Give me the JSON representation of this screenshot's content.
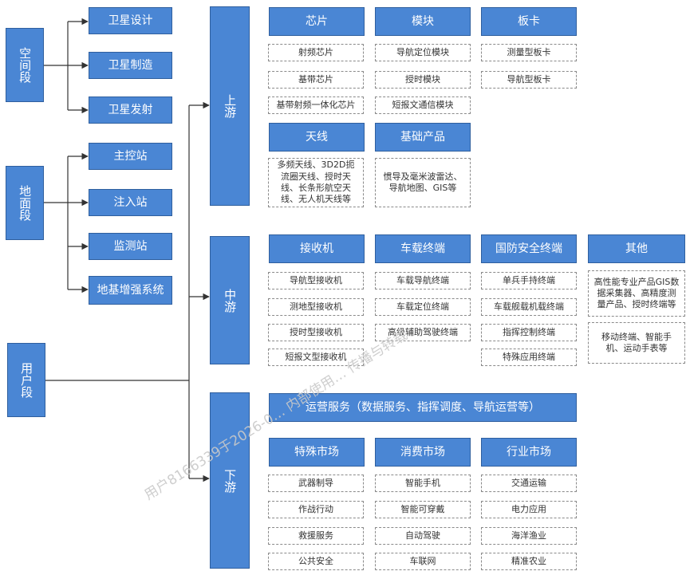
{
  "segments": {
    "space": "空间段",
    "ground": "地面段",
    "user": "用户段"
  },
  "space_items": [
    "卫星设计",
    "卫星制造",
    "卫星发射"
  ],
  "ground_items": [
    "主控站",
    "注入站",
    "监测站",
    "地基增强系统"
  ],
  "stages": {
    "upstream": "上游",
    "midstream": "中游",
    "downstream": "下游"
  },
  "upstream": {
    "chip": {
      "title": "芯片",
      "items": [
        "射频芯片",
        "基带芯片",
        "基带射频一体化芯片"
      ]
    },
    "module": {
      "title": "模块",
      "items": [
        "导航定位模块",
        "授时模块",
        "短报文通信模块"
      ]
    },
    "board": {
      "title": "板卡",
      "items": [
        "测量型板卡",
        "导航型板卡"
      ]
    },
    "antenna": {
      "title": "天线",
      "items": [
        "多频天线、3D2D扼流圈天线、授时天线、长条形航空天线、无人机天线等"
      ]
    },
    "basic": {
      "title": "基础产品",
      "items": [
        "惯导及毫米波雷达、导航地图、GIS等"
      ]
    }
  },
  "midstream": {
    "receiver": {
      "title": "接收机",
      "items": [
        "导航型接收机",
        "测地型接收机",
        "授时型接收机",
        "短报文型接收机"
      ]
    },
    "vehicle": {
      "title": "车载终端",
      "items": [
        "车载导航终端",
        "车载定位终端",
        "高级辅助驾驶终端"
      ]
    },
    "defense": {
      "title": "国防安全终端",
      "items": [
        "单兵手持终端",
        "车载舰载机载终端",
        "指挥控制终端",
        "特殊应用终端"
      ]
    },
    "other": {
      "title": "其他",
      "items": [
        "高性能专业产品GIS数据采集器、高精度测量产品、授时终端等",
        "移动终端、智能手机、运动手表等"
      ]
    }
  },
  "downstream": {
    "ops": "运营服务（数据服务、指挥调度、导航运营等）",
    "special": {
      "title": "特殊市场",
      "items": [
        "武器制导",
        "作战行动",
        "救援服务",
        "公共安全"
      ]
    },
    "consumer": {
      "title": "消费市场",
      "items": [
        "智能手机",
        "智能可穿戴",
        "自动驾驶",
        "车联网"
      ]
    },
    "industry": {
      "title": "行业市场",
      "items": [
        "交通运输",
        "电力应用",
        "海洋渔业",
        "精准农业"
      ]
    }
  },
  "watermark": "用户8166339于2026-0… 内部使用… 传播与转载",
  "colors": {
    "box_fill": "#4a86d4",
    "box_border": "#2f5f9e",
    "line": "#333333",
    "dashed": "#8a8a8a"
  }
}
